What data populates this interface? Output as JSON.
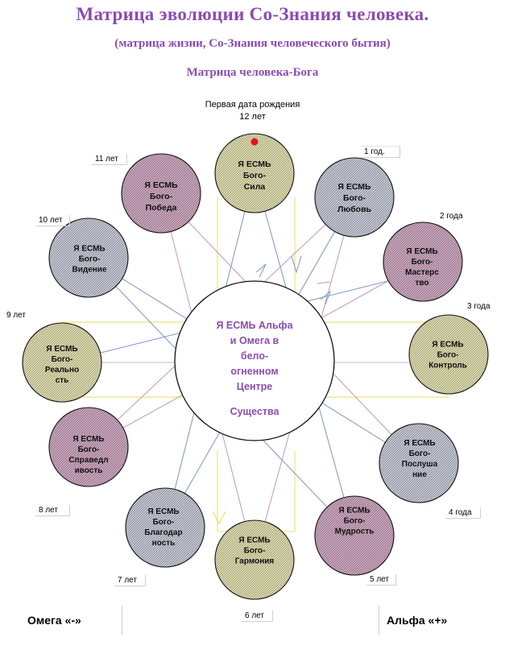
{
  "title": "Матрица эволюции Со-Знания  человека.",
  "subtitle": "(матрица жизни, Со-Знания человеческого бытия)",
  "subtitle2": "Матрица человека-Бога",
  "birth_label": "Первая дата рождения",
  "birth_age": "12 лет",
  "center": {
    "lines": [
      "Я ЕСМЬ Альфа",
      "и Омега в",
      "бело-",
      "огненном",
      "Центре"
    ],
    "last_line": "Существа"
  },
  "circles": [
    {
      "lines": [
        "Я ЕСМЬ",
        "Бого-",
        "Сила"
      ],
      "fill": "olive"
    },
    {
      "lines": [
        "Я ЕСМЬ",
        "Бого-",
        "Любовь"
      ],
      "fill": "slate"
    },
    {
      "lines": [
        "Я ЕСМЬ",
        "Бого-",
        "Мастерс",
        "тво"
      ],
      "fill": "mauve"
    },
    {
      "lines": [
        "Я ЕСМЬ",
        "Бого-",
        "Контроль"
      ],
      "fill": "olive"
    },
    {
      "lines": [
        "Я ЕСМЬ",
        "Бого-",
        "Послуша",
        "ние"
      ],
      "fill": "slate"
    },
    {
      "lines": [
        "Я ЕСМЬ",
        "Бого-",
        "Мудрость"
      ],
      "fill": "mauve"
    },
    {
      "lines": [
        "Я ЕСМЬ",
        "Бого-",
        "Гармония"
      ],
      "fill": "olive"
    },
    {
      "lines": [
        "Я ЕСМЬ",
        "Бого-",
        "Благодар",
        "ность"
      ],
      "fill": "slate"
    },
    {
      "lines": [
        "Я ЕСМЬ",
        "Бого-",
        "Справедл",
        "ивость"
      ],
      "fill": "mauve"
    },
    {
      "lines": [
        "Я ЕСМЬ",
        "Бого-",
        "Реально",
        "сть"
      ],
      "fill": "olive"
    },
    {
      "lines": [
        "Я ЕСМЬ",
        "Бого-",
        "Видение"
      ],
      "fill": "slate"
    },
    {
      "lines": [
        "Я ЕСМЬ",
        "Бого-",
        "Победа"
      ],
      "fill": "mauve"
    }
  ],
  "ages": [
    "1 год.",
    "2 года",
    "3 года",
    "4 года",
    "5 лет",
    "6 лет",
    "7 лет",
    "8 лет",
    "9 лет",
    "10 лет",
    "11 лет"
  ],
  "omega": "Омега  «-»",
  "alpha": "Альфа  «+»",
  "colors": {
    "title": "#8a4cb0",
    "olive": "#dcdab0",
    "slate": "#c6c9d3",
    "mauve": "#c9a7bd",
    "yellow_line": "#e8dc5a",
    "blue_line": "#7d95c8",
    "pink_line": "#c896b4",
    "marker": "#e0141e"
  }
}
